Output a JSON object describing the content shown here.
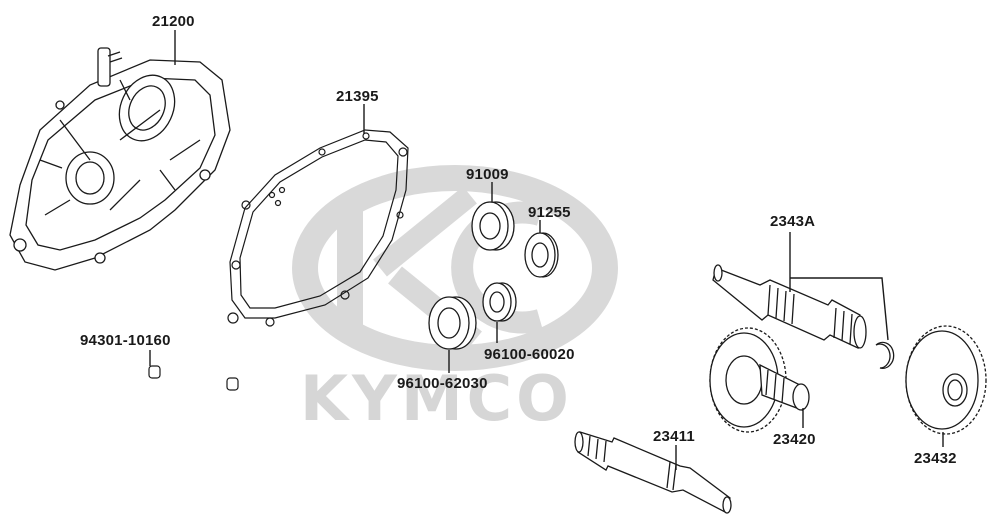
{
  "diagram": {
    "watermark": {
      "brand": "KYMCO",
      "kind": "logo"
    },
    "part_labels": {
      "crankcase_cover": "21200",
      "gasket": "21395",
      "bearing_upper": "91009",
      "oil_seal": "91255",
      "bearing_lower": "96100-62030",
      "bearing_small": "96100-60020",
      "dowel_pin": "94301-10160",
      "counter_shaft_set": "2343A",
      "counter_gear": "23420",
      "final_gear": "23432",
      "drive_shaft": "23411"
    }
  },
  "colors": {
    "line": "#1a1a1a",
    "watermark": "#d6d6d6",
    "background": "#ffffff"
  }
}
